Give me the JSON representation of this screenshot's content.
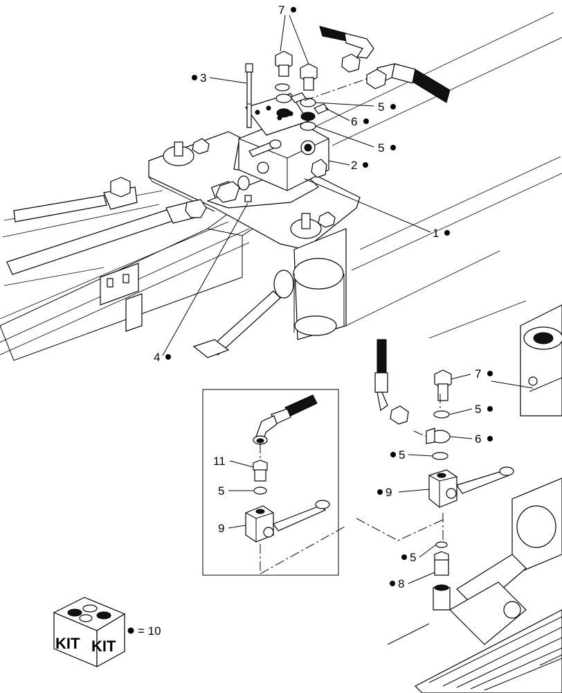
{
  "callouts": [
    {
      "id": "c1",
      "text": "1"
    },
    {
      "id": "c2",
      "text": "2"
    },
    {
      "id": "c3",
      "text": "3"
    },
    {
      "id": "c4",
      "text": "4"
    },
    {
      "id": "c5a",
      "text": "5"
    },
    {
      "id": "c5b",
      "text": "5"
    },
    {
      "id": "c6a",
      "text": "6"
    },
    {
      "id": "c7a",
      "text": "7"
    },
    {
      "id": "c7b",
      "text": "7"
    },
    {
      "id": "c5c",
      "text": "5"
    },
    {
      "id": "c6b",
      "text": "6"
    },
    {
      "id": "c5d",
      "text": "5"
    },
    {
      "id": "c9a",
      "text": "9"
    },
    {
      "id": "c5e",
      "text": "5"
    },
    {
      "id": "c8",
      "text": "8"
    },
    {
      "id": "c11",
      "text": "11"
    },
    {
      "id": "c5f",
      "text": "5"
    },
    {
      "id": "c9b",
      "text": "9"
    }
  ],
  "kit": {
    "badge_left": "KIT",
    "badge_right": "KIT",
    "legend": "= 10"
  }
}
